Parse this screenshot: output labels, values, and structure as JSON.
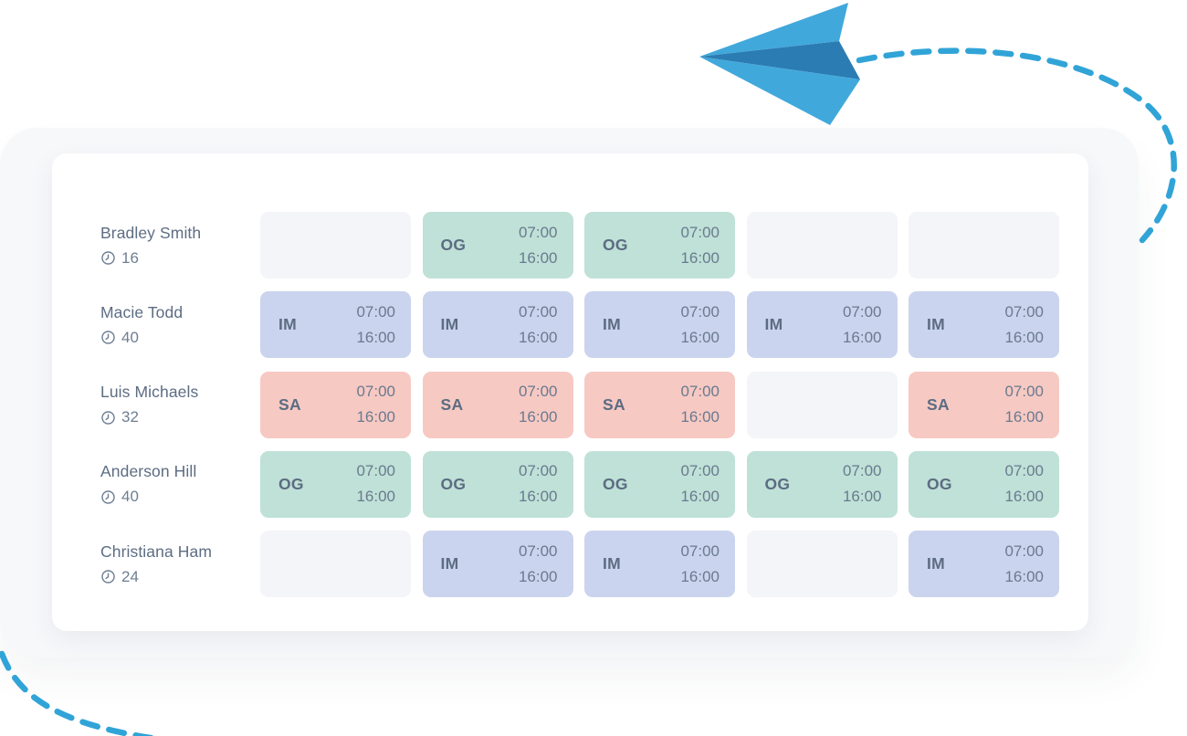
{
  "theme": {
    "panel_bg": "#f7f8fa",
    "card_bg": "#ffffff",
    "empty_cell_color": "#f4f5f8",
    "shift_colors": {
      "OG": "#bfe1d7",
      "IM": "#cbd4ee",
      "SA": "#f7c9c3"
    },
    "name_text_color": "#5d6d83",
    "time_text_color": "#6a7a8f",
    "trail_blue": "#31a4d7",
    "plane_blue_light": "#41a8db",
    "plane_blue_mid": "#2b7cb3",
    "plane_blue_dark": "#1b5c8f"
  },
  "icons": {
    "clock": "clock-icon",
    "plane": "paper-plane-illustration"
  },
  "schedule": {
    "shift_start": "07:00",
    "shift_end": "16:00",
    "rows": [
      {
        "name": "Bradley Smith",
        "hours": "16",
        "cells": [
          {},
          {
            "code": "OG",
            "start": "07:00",
            "end": "16:00"
          },
          {
            "code": "OG",
            "start": "07:00",
            "end": "16:00"
          },
          {},
          {}
        ]
      },
      {
        "name": "Macie Todd",
        "hours": "40",
        "cells": [
          {
            "code": "IM",
            "start": "07:00",
            "end": "16:00"
          },
          {
            "code": "IM",
            "start": "07:00",
            "end": "16:00"
          },
          {
            "code": "IM",
            "start": "07:00",
            "end": "16:00"
          },
          {
            "code": "IM",
            "start": "07:00",
            "end": "16:00"
          },
          {
            "code": "IM",
            "start": "07:00",
            "end": "16:00"
          }
        ]
      },
      {
        "name": "Luis Michaels",
        "hours": "32",
        "cells": [
          {
            "code": "SA",
            "start": "07:00",
            "end": "16:00"
          },
          {
            "code": "SA",
            "start": "07:00",
            "end": "16:00"
          },
          {
            "code": "SA",
            "start": "07:00",
            "end": "16:00"
          },
          {},
          {
            "code": "SA",
            "start": "07:00",
            "end": "16:00"
          }
        ]
      },
      {
        "name": "Anderson Hill",
        "hours": "40",
        "cells": [
          {
            "code": "OG",
            "start": "07:00",
            "end": "16:00"
          },
          {
            "code": "OG",
            "start": "07:00",
            "end": "16:00"
          },
          {
            "code": "OG",
            "start": "07:00",
            "end": "16:00"
          },
          {
            "code": "OG",
            "start": "07:00",
            "end": "16:00"
          },
          {
            "code": "OG",
            "start": "07:00",
            "end": "16:00"
          }
        ]
      },
      {
        "name": "Christiana Ham",
        "hours": "24",
        "cells": [
          {},
          {
            "code": "IM",
            "start": "07:00",
            "end": "16:00"
          },
          {
            "code": "IM",
            "start": "07:00",
            "end": "16:00"
          },
          {},
          {
            "code": "IM",
            "start": "07:00",
            "end": "16:00"
          }
        ]
      }
    ]
  }
}
